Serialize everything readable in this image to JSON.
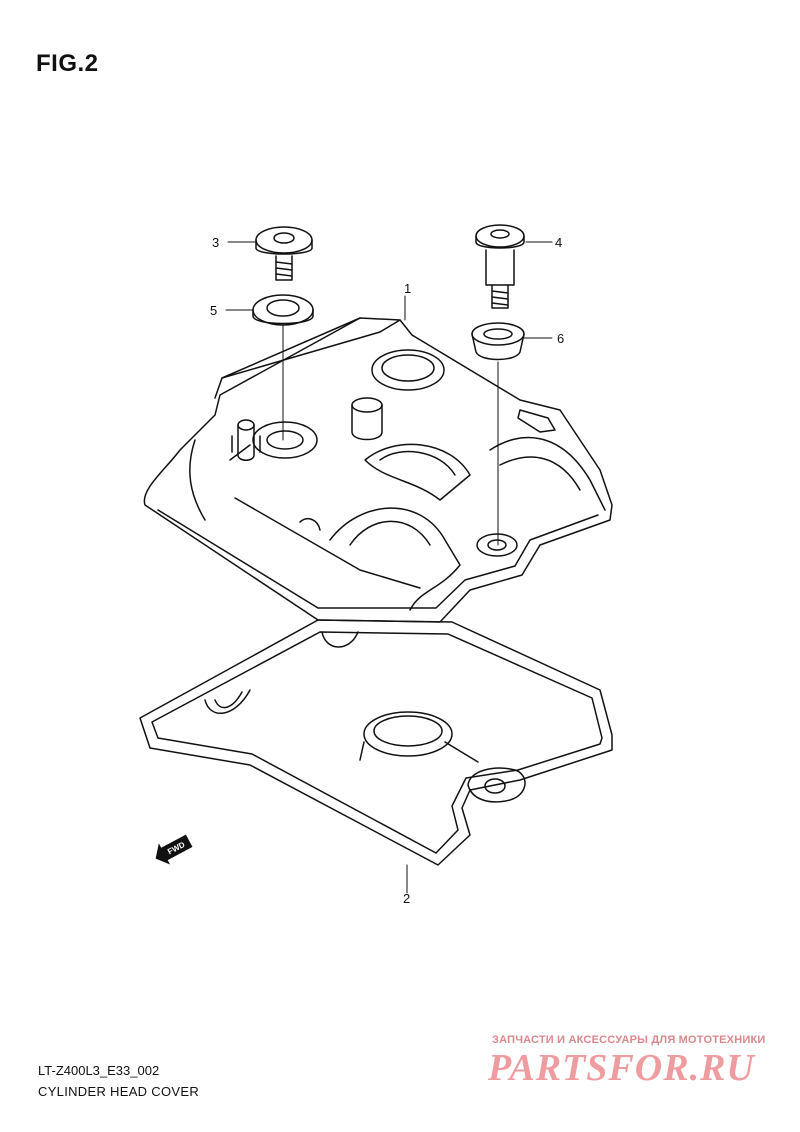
{
  "figure": {
    "title": "FIG.2"
  },
  "callouts": [
    {
      "id": "c1",
      "label": "1"
    },
    {
      "id": "c2",
      "label": "2"
    },
    {
      "id": "c3",
      "label": "3"
    },
    {
      "id": "c4",
      "label": "4"
    },
    {
      "id": "c5",
      "label": "5"
    },
    {
      "id": "c6",
      "label": "6"
    }
  ],
  "fwd_badge": "FWD",
  "footer": {
    "model_code": "LT-Z400L3_E33_002",
    "caption": "CYLINDER HEAD COVER"
  },
  "watermark": {
    "tagline": "ЗАПЧАСТИ И АКСЕССУАРЫ ДЛЯ МОТОТЕХНИКИ",
    "logo": "PARTSFOR.RU"
  },
  "colors": {
    "line": "#111111",
    "watermark": "#ef9ca0"
  }
}
